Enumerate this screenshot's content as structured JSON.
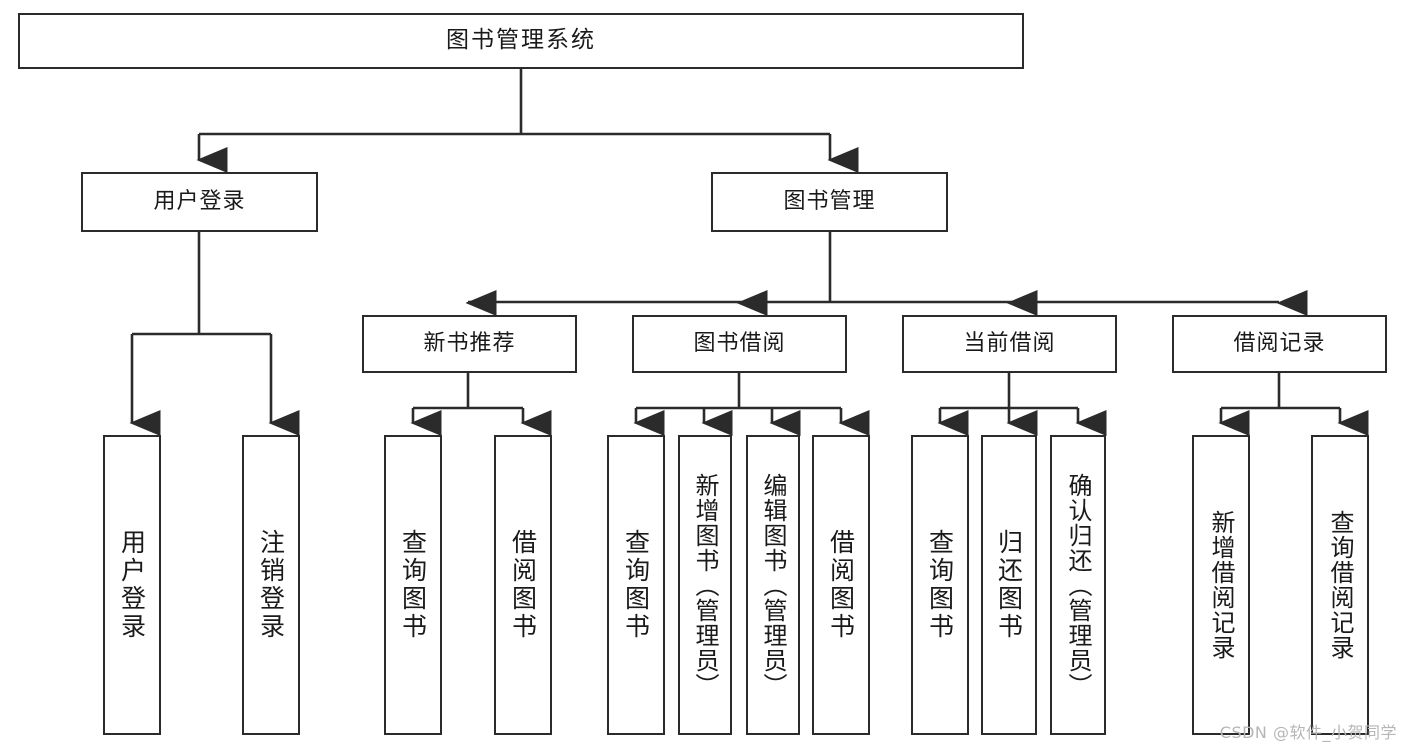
{
  "diagram": {
    "type": "tree-hierarchy",
    "title": "图书管理系统",
    "orientation": "top-down",
    "colors": {
      "stroke": "#2b2b2b",
      "fill": "#ffffff",
      "text": "#1a1a1a",
      "watermark": "#b6b6b6"
    },
    "watermark": "CSDN @软件_小贺同学",
    "nodes": {
      "root": {
        "label": "图书管理系统"
      },
      "level2": [
        {
          "id": "user-login",
          "label": "用户登录"
        },
        {
          "id": "book-manage",
          "label": "图书管理"
        }
      ],
      "level3": [
        {
          "id": "new-book-recommend",
          "label": "新书推荐"
        },
        {
          "id": "book-borrow",
          "label": "图书借阅"
        },
        {
          "id": "current-borrow",
          "label": "当前借阅"
        },
        {
          "id": "borrow-record",
          "label": "借阅记录"
        }
      ],
      "leaves": {
        "user-login": [
          {
            "id": "leaf-user-login",
            "label": "用户登录"
          },
          {
            "id": "leaf-logout-login",
            "label": "注销登录"
          }
        ],
        "new-book-recommend": [
          {
            "id": "leaf-query-book-1",
            "label": "查询图书"
          },
          {
            "id": "leaf-borrow-book-1",
            "label": "借阅图书"
          }
        ],
        "book-borrow": [
          {
            "id": "leaf-query-book-2",
            "label": "查询图书"
          },
          {
            "id": "leaf-add-book",
            "label": "新增图书（管理员）"
          },
          {
            "id": "leaf-edit-book",
            "label": "编辑图书（管理员）"
          },
          {
            "id": "leaf-borrow-book-2",
            "label": "借阅图书"
          }
        ],
        "current-borrow": [
          {
            "id": "leaf-query-book-3",
            "label": "查询图书"
          },
          {
            "id": "leaf-return-book",
            "label": "归还图书"
          },
          {
            "id": "leaf-confirm-return",
            "label": "确认归还（管理员）"
          }
        ],
        "borrow-record": [
          {
            "id": "leaf-add-record",
            "label": "新增借阅记录"
          },
          {
            "id": "leaf-query-record",
            "label": "查询借阅记录"
          }
        ]
      }
    }
  }
}
